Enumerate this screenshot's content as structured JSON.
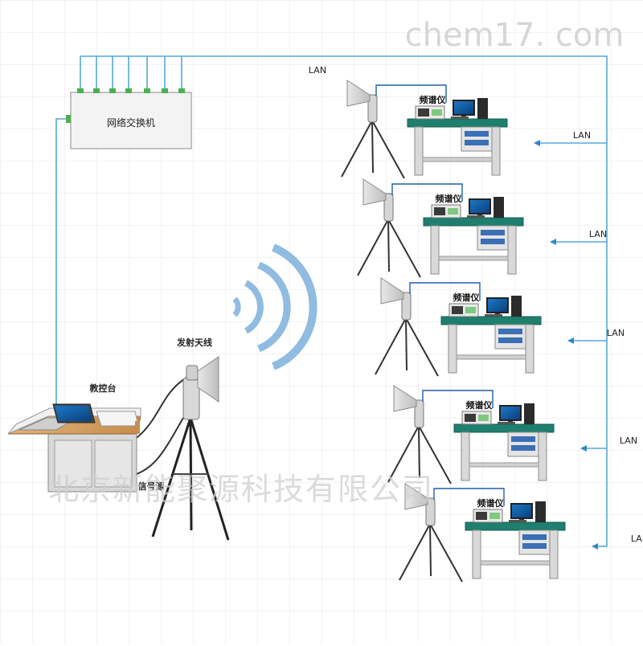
{
  "watermark_top": "chem17. com",
  "watermark_bottom": "北京新能聚源科技有限公司",
  "switch_label": "网络交换机",
  "lan_label": "LAN",
  "station_label": "频谱仪",
  "console_label": "教控台",
  "tx_antenna_label": "发射天线",
  "signal_source_label": "信号源",
  "station_count": 5,
  "colors": {
    "cable": "#55a7d8",
    "arrow": "#2f88c6",
    "desk_top": "#1f7f6e",
    "drawer": "#3b6fb6",
    "switch_port": "#4caf50",
    "wifi": "#8fbce0"
  }
}
